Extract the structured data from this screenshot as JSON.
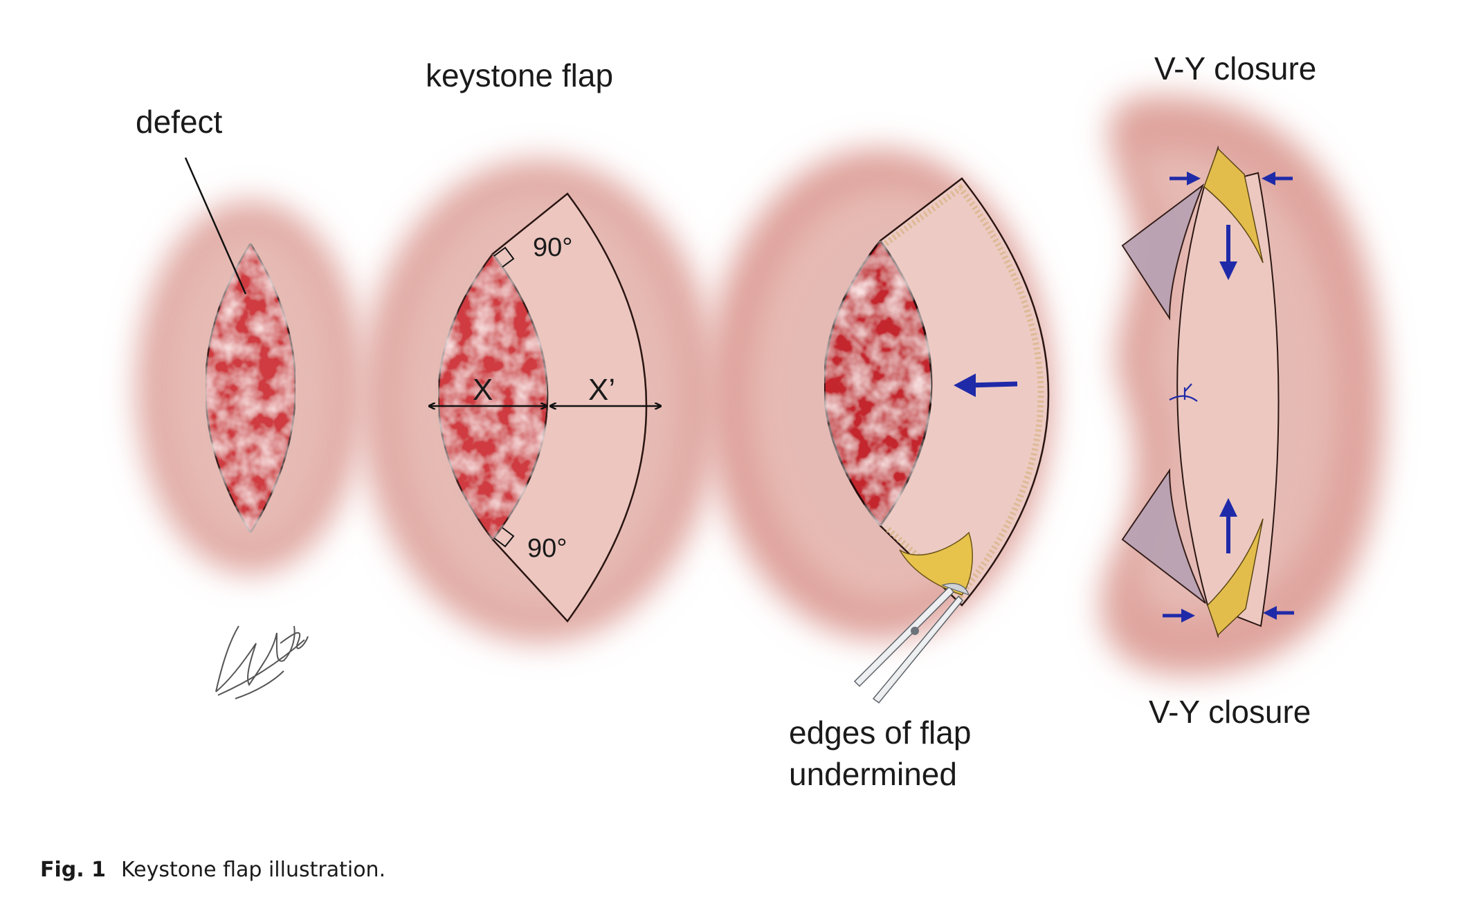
{
  "labels": {
    "defect": "defect",
    "keystone_flap": "keystone flap",
    "angle_top": "90°",
    "angle_bottom": "90°",
    "x": "X",
    "x_prime": "X’",
    "undermined_line1": "edges of flap",
    "undermined_line2": "undermined",
    "vy_top": "V-Y closure",
    "vy_bottom": "V-Y closure"
  },
  "caption": {
    "fig_number": "Fig. 1",
    "text": "Keystone flap illustration."
  },
  "colors": {
    "skin": "#e3b7b1",
    "skin_light": "#eccac4",
    "defect_red": "#c9333a",
    "defect_dark": "#b01f2a",
    "flap": "#efcdc5",
    "fat": "#e6c14a",
    "arrow_blue": "#1f2aa8",
    "outline": "#3a1f1a"
  }
}
